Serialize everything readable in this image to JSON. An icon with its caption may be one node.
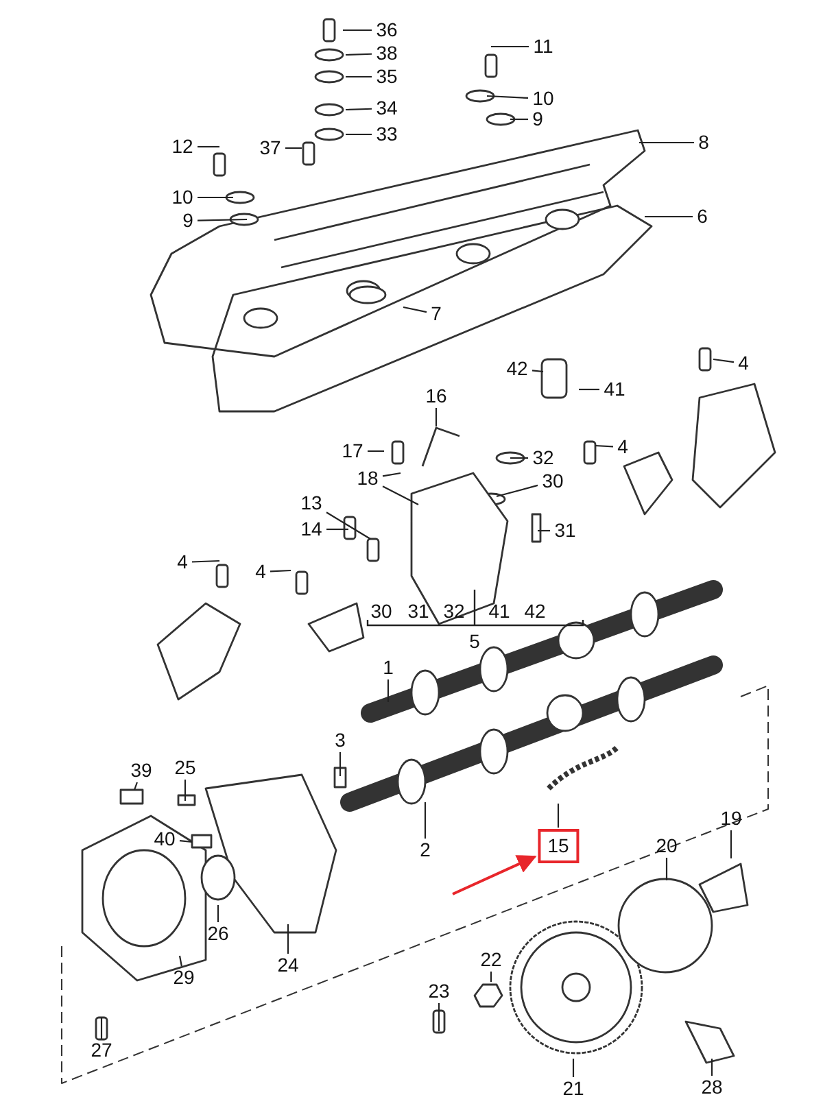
{
  "diagram": {
    "nodes": [
      {
        "text": [
          "36"
        ]
      },
      {
        "text": [
          "11"
        ]
      },
      {
        "text": [
          "38"
        ]
      },
      {
        "text": [
          "35"
        ]
      },
      {
        "text": [
          "10"
        ]
      },
      {
        "text": [
          "34"
        ]
      },
      {
        "text": [
          "9"
        ]
      },
      {
        "text": [
          "33"
        ]
      },
      {
        "text": [
          "8"
        ]
      },
      {
        "text": [
          "12"
        ]
      },
      {
        "text": [
          "37"
        ]
      },
      {
        "text": [
          "10"
        ]
      },
      {
        "text": [
          "9"
        ]
      },
      {
        "text": [
          "6"
        ]
      },
      {
        "text": [
          "7"
        ]
      },
      {
        "text": [
          "4"
        ]
      },
      {
        "text": [
          "42"
        ]
      },
      {
        "text": [
          "41"
        ]
      },
      {
        "text": [
          "16"
        ]
      },
      {
        "text": [
          "17"
        ]
      },
      {
        "text": [
          "4"
        ]
      },
      {
        "text": [
          "32"
        ]
      },
      {
        "text": [
          "18"
        ]
      },
      {
        "text": [
          "30"
        ]
      },
      {
        "text": [
          "13"
        ]
      },
      {
        "text": [
          "14"
        ]
      },
      {
        "text": [
          "31"
        ]
      },
      {
        "text": [
          "4"
        ]
      },
      {
        "text": [
          "4"
        ]
      },
      {
        "text": [
          "1"
        ]
      },
      {
        "text": [
          "3"
        ]
      },
      {
        "text": [
          "39"
        ]
      },
      {
        "text": [
          "25"
        ]
      },
      {
        "text": [
          "40"
        ]
      },
      {
        "text": [
          "2"
        ]
      },
      {
        "text": [
          "15"
        ]
      },
      {
        "text": [
          "20"
        ]
      },
      {
        "text": [
          "19"
        ]
      },
      {
        "text": [
          "26"
        ]
      },
      {
        "text": [
          "24"
        ]
      },
      {
        "text": [
          "29"
        ]
      },
      {
        "text": [
          "22"
        ]
      },
      {
        "text": [
          "23"
        ]
      },
      {
        "text": [
          "27"
        ]
      },
      {
        "text": [
          "21"
        ]
      },
      {
        "text": [
          "28"
        ]
      }
    ],
    "edges": [
      {
        "from": 0,
        "to": null,
        "arrow": "none"
      },
      {
        "from": 1,
        "to": null,
        "arrow": "none"
      },
      {
        "from": 2,
        "to": null,
        "arrow": "none"
      },
      {
        "from": 3,
        "to": null,
        "arrow": "none"
      },
      {
        "from": 4,
        "to": null,
        "arrow": "none"
      },
      {
        "from": 5,
        "to": null,
        "arrow": "none"
      },
      {
        "from": 6,
        "to": null,
        "arrow": "none"
      },
      {
        "from": 7,
        "to": null,
        "arrow": "none"
      },
      {
        "from": 8,
        "to": null,
        "arrow": "none"
      },
      {
        "from": 9,
        "to": null,
        "arrow": "none"
      },
      {
        "from": 10,
        "to": null,
        "arrow": "none"
      },
      {
        "from": 11,
        "to": null,
        "arrow": "none"
      },
      {
        "from": 12,
        "to": null,
        "arrow": "none"
      },
      {
        "from": 13,
        "to": null,
        "arrow": "none"
      },
      {
        "from": 14,
        "to": null,
        "arrow": "none"
      },
      {
        "from": 15,
        "to": null,
        "arrow": "none"
      },
      {
        "from": 16,
        "to": null,
        "arrow": "none"
      },
      {
        "from": 17,
        "to": null,
        "arrow": "none"
      },
      {
        "from": 18,
        "to": null,
        "arrow": "none"
      },
      {
        "from": 19,
        "to": null,
        "arrow": "none"
      },
      {
        "from": 20,
        "to": null,
        "arrow": "none"
      },
      {
        "from": 21,
        "to": null,
        "arrow": "none"
      },
      {
        "from": 22,
        "to": null,
        "arrow": "none"
      },
      {
        "from": 23,
        "to": null,
        "arrow": "none"
      },
      {
        "from": 24,
        "to": null,
        "arrow": "none"
      },
      {
        "from": 25,
        "to": null,
        "arrow": "none"
      },
      {
        "from": 26,
        "to": null,
        "arrow": "none"
      },
      {
        "from": 27,
        "to": null,
        "arrow": "none"
      },
      {
        "from": 28,
        "to": null,
        "arrow": "none"
      },
      {
        "from": 29,
        "to": null,
        "arrow": "none"
      },
      {
        "from": 30,
        "to": null,
        "arrow": "none"
      },
      {
        "from": 31,
        "to": null,
        "arrow": "none"
      },
      {
        "from": 32,
        "to": null,
        "arrow": "none"
      },
      {
        "from": 33,
        "to": null,
        "arrow": "none"
      },
      {
        "from": 34,
        "to": null,
        "arrow": "none"
      },
      {
        "from": 35,
        "to": null,
        "arrow": "none"
      },
      {
        "from": 36,
        "to": null,
        "arrow": "none"
      },
      {
        "from": 37,
        "to": null,
        "arrow": "none"
      },
      {
        "from": 38,
        "to": null,
        "arrow": "none"
      },
      {
        "from": 39,
        "to": null,
        "arrow": "none"
      },
      {
        "from": 40,
        "to": null,
        "arrow": "none"
      },
      {
        "from": 41,
        "to": null,
        "arrow": "none"
      },
      {
        "from": 42,
        "to": null,
        "arrow": "none"
      },
      {
        "from": 43,
        "to": null,
        "arrow": "none"
      },
      {
        "from": 44,
        "to": null,
        "arrow": "none"
      },
      {
        "from": 45,
        "to": null,
        "arrow": "none"
      },
      {
        "from": 22,
        "to": null,
        "arrow": "none"
      },
      {
        "from": null,
        "to": 35,
        "arrow": "to",
        "color": "#e8262b"
      }
    ],
    "labels": [
      "30",
      "31",
      "32",
      "41",
      "42",
      "5"
    ]
  }
}
